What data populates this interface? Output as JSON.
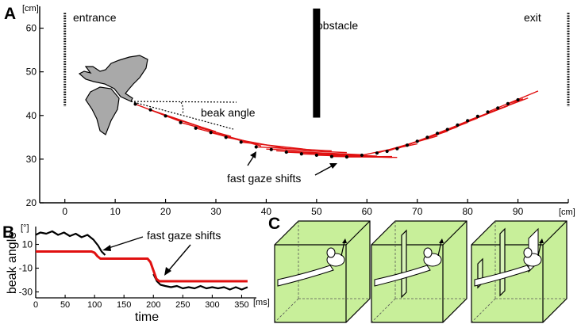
{
  "panel_a": {
    "letter": "A",
    "unit_y": "[cm]",
    "unit_x": "[cm]",
    "labels": {
      "entrance": "entrance",
      "obstacle": "obstacle",
      "exit": "exit",
      "beak_angle": "beak angle",
      "fast_gaze_shifts": "fast gaze shifts"
    }
  },
  "panel_b": {
    "letter": "B",
    "unit_y": "[°]",
    "unit_x": "[ms]",
    "ylabel": "beak angle",
    "xlabel": "time",
    "annotation": "fast gaze shifts"
  },
  "panel_c": {
    "letter": "C"
  },
  "colors": {
    "trajectory": "#e01010",
    "box": "#c8ef9a",
    "bird": "#a9a9a9"
  },
  "chart_data": [
    {
      "type": "scatter",
      "xlim": [
        -5,
        100
      ],
      "ylim": [
        20,
        65
      ],
      "x_ticks": [
        0,
        10,
        20,
        30,
        40,
        50,
        60,
        70,
        80,
        90
      ],
      "y_ticks": [
        20,
        30,
        40,
        50,
        60
      ],
      "entrance_x": 0,
      "obstacle_x": 50,
      "exit_x": 100,
      "points": [
        [
          14,
          42.6
        ],
        [
          17,
          41.3
        ],
        [
          20,
          39.9
        ],
        [
          23,
          38.4
        ],
        [
          26,
          37.1
        ],
        [
          29,
          36.1
        ],
        [
          32,
          35.0
        ],
        [
          35,
          33.9
        ],
        [
          38,
          32.8
        ],
        [
          41,
          32.2
        ],
        [
          44,
          31.6
        ],
        [
          47,
          31.2
        ],
        [
          50,
          30.9
        ],
        [
          53,
          30.6
        ],
        [
          56,
          30.5
        ],
        [
          59,
          30.9
        ],
        [
          62,
          31.4
        ],
        [
          64,
          31.8
        ],
        [
          66,
          32.4
        ],
        [
          68,
          33.2
        ],
        [
          70,
          34.1
        ],
        [
          72,
          35.0
        ],
        [
          74,
          35.9
        ],
        [
          76,
          36.8
        ],
        [
          78,
          37.8
        ],
        [
          80,
          38.8
        ],
        [
          82,
          39.8
        ],
        [
          84,
          40.8
        ],
        [
          86,
          41.7
        ],
        [
          88,
          42.7
        ],
        [
          90,
          43.6
        ]
      ],
      "gaze_lines": [
        [
          14,
          42.6,
          23,
          38.6
        ],
        [
          17,
          41.3,
          27,
          37.4
        ],
        [
          20,
          39.9,
          30,
          36.3
        ],
        [
          23,
          38.4,
          33,
          35.2
        ],
        [
          26,
          37.1,
          36,
          34.1
        ],
        [
          29,
          36.1,
          39,
          33.0
        ],
        [
          32,
          35.0,
          44,
          32.4
        ],
        [
          35,
          33.9,
          49,
          32.1
        ],
        [
          38,
          32.8,
          53,
          31.9
        ],
        [
          40,
          32.3,
          56,
          31.5
        ],
        [
          42,
          31.9,
          59,
          31.0
        ],
        [
          44,
          31.6,
          62,
          30.7
        ],
        [
          47,
          31.2,
          64,
          30.5
        ],
        [
          50,
          30.9,
          65,
          30.4
        ],
        [
          53,
          30.6,
          66,
          30.4
        ],
        [
          56,
          30.5,
          65,
          30.6
        ],
        [
          59,
          30.9,
          70,
          33.5
        ],
        [
          62,
          31.4,
          74,
          35.3
        ],
        [
          64,
          31.8,
          76,
          36.4
        ],
        [
          66,
          32.4,
          78,
          37.4
        ],
        [
          68,
          33.2,
          80,
          38.4
        ],
        [
          70,
          34.1,
          82,
          39.4
        ],
        [
          72,
          35.0,
          84,
          40.4
        ],
        [
          74,
          35.9,
          86,
          41.4
        ],
        [
          76,
          36.8,
          88,
          42.2
        ],
        [
          78,
          37.8,
          90,
          43.2
        ],
        [
          80,
          38.8,
          92,
          44.0
        ],
        [
          84,
          40.8,
          94,
          45.6
        ],
        [
          88,
          42.7,
          91,
          43.8
        ]
      ]
    },
    {
      "type": "line",
      "xlim": [
        0,
        375
      ],
      "ylim": [
        -35,
        25
      ],
      "x_ticks": [
        0,
        50,
        100,
        150,
        200,
        250,
        300,
        350
      ],
      "y_ticks": [
        10,
        -10,
        -30
      ],
      "series": [
        {
          "x": [
            0,
            8,
            18,
            28,
            38,
            48,
            58,
            68,
            78,
            88,
            98,
            106,
            112,
            118
          ],
          "values": [
            18,
            20,
            19,
            21,
            18,
            20,
            17,
            19,
            16,
            18,
            14,
            9,
            4,
            1
          ]
        },
        {
          "x": [
            200,
            206,
            212,
            220,
            230,
            240,
            250,
            260,
            270,
            280,
            290,
            300,
            310,
            320,
            330,
            340,
            350,
            360
          ],
          "values": [
            -15,
            -21,
            -24,
            -25,
            -26,
            -25,
            -27,
            -26,
            -27,
            -25,
            -27,
            -26,
            -27,
            -26,
            -28,
            -26,
            -28,
            -26
          ]
        },
        {
          "x": [
            0,
            95,
            100,
            105,
            110,
            115,
            180,
            190,
            195,
            200,
            205,
            210,
            215,
            360
          ],
          "values": [
            4,
            4,
            3,
            0,
            -2,
            -2,
            -2,
            -2,
            -5,
            -12,
            -19,
            -21,
            -21,
            -21
          ]
        }
      ]
    }
  ]
}
